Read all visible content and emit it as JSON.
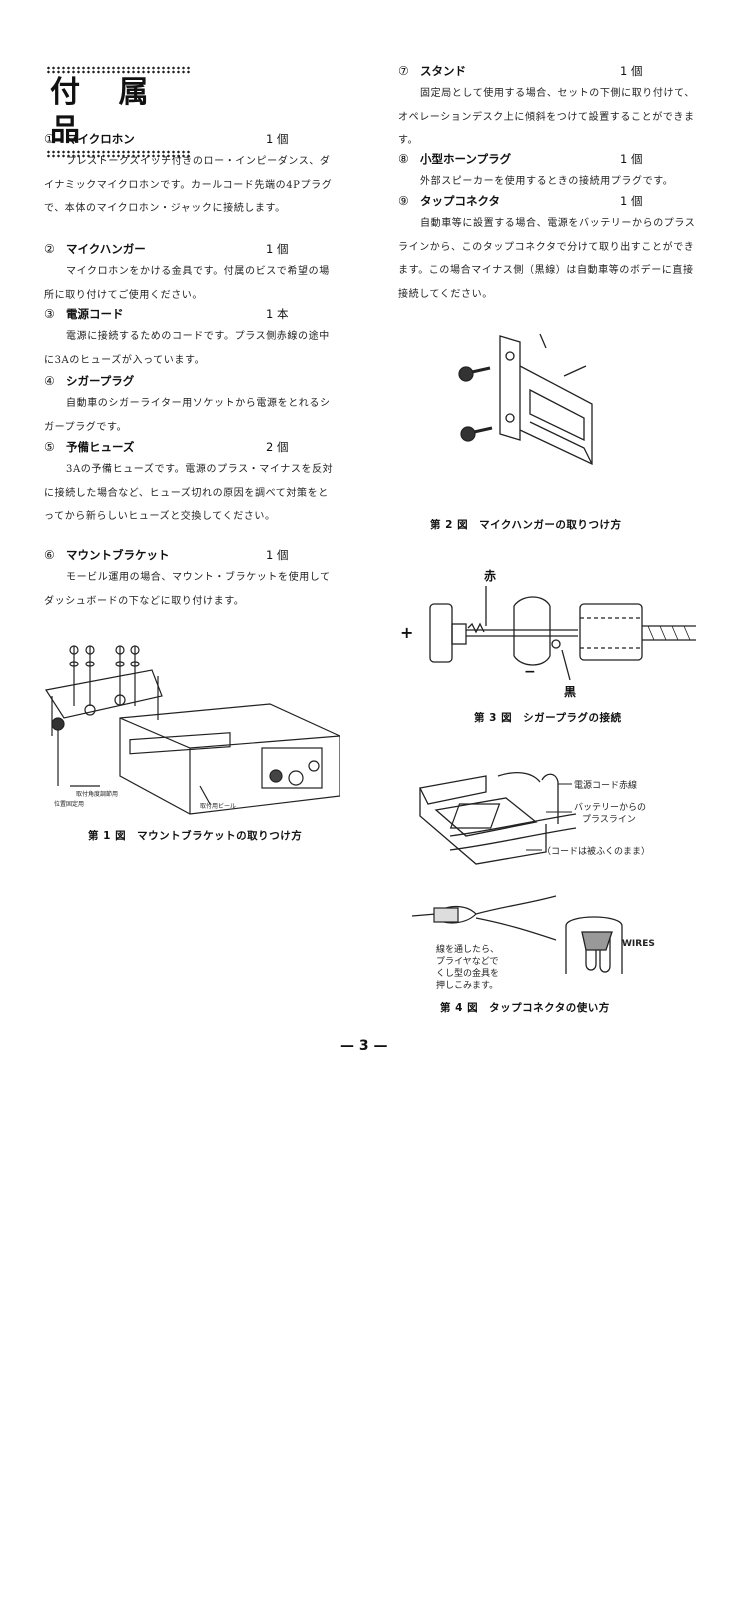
{
  "title": "付 属 品",
  "left_items": [
    {
      "num": "①",
      "name": "マイクロホン",
      "qty": "1 個",
      "text": "プレストークスイッチ付きのロー・インピーダンス、ダイナミックマイクロホンです。カールコード先端の4Pプラグで、本体のマイクロホン・ジャックに接続します。"
    },
    {
      "num": "②",
      "name": "マイクハンガー",
      "qty": "1 個",
      "text": "マイクロホンをかける金具です。付属のビスで希望の場所に取り付けてご使用ください。"
    },
    {
      "num": "③",
      "name": "電源コード",
      "qty": "1 本",
      "text": "電源に接続するためのコードです。プラス側赤線の途中に3Aのヒューズが入っています。"
    },
    {
      "num": "④",
      "name": "シガープラグ",
      "qty": "",
      "text": "自動車のシガーライター用ソケットから電源をとれるシガープラグです。"
    },
    {
      "num": "⑤",
      "name": "予備ヒューズ",
      "qty": "2 個",
      "text": "3Aの予備ヒューズです。電源のプラス・マイナスを反対に接続した場合など、ヒューズ切れの原因を調べて対策をとってから新らしいヒューズと交換してください。"
    },
    {
      "num": "⑥",
      "name": "マウントブラケット",
      "qty": "1 個",
      "text": "モービル運用の場合、マウント・ブラケットを使用してダッシュボードの下などに取り付けます。"
    }
  ],
  "right_items": [
    {
      "num": "⑦",
      "name": "スタンド",
      "qty": "1 個",
      "text": "固定局として使用する場合、セットの下側に取り付けて、オペレーションデスク上に傾斜をつけて設置することができます。"
    },
    {
      "num": "⑧",
      "name": "小型ホーンプラグ",
      "qty": "1 個",
      "text": "外部スピーカーを使用するときの接続用プラグです。"
    },
    {
      "num": "⑨",
      "name": "タップコネクタ",
      "qty": "1 個",
      "text": "自動車等に設置する場合、電源をバッテリーからのプラスラインから、このタップコネクタで分けて取り出すことができます。この場合マイナス側（黒線）は自動車等のボデーに直接接続してください。"
    }
  ],
  "figures": {
    "fig1_caption": "第 1 図　マウントブラケットの取りつけ方",
    "fig1_label_a": "取付角度調節用",
    "fig1_label_b": "位置固定用",
    "fig1_label_c": "取付用ビール",
    "fig2_caption": "第 2 図　マイクハンガーの取りつけ方",
    "fig3_caption": "第 3 図　シガープラグの接続",
    "fig3_red": "赤",
    "fig3_black": "黒",
    "fig3_plus": "+",
    "fig3_minus": "−",
    "fig4_caption": "第 4 図　タップコネクタの使い方",
    "fig4_label1": "電源コード赤線",
    "fig4_label2a": "バッテリーからの",
    "fig4_label2b": "プラスライン",
    "fig4_label3": "（コードは被ふくのまま）",
    "fig4_note": [
      "線を通したら、",
      "プライヤなどで",
      "くし型の金具を",
      "押しこみます。"
    ],
    "fig4_wires": "WIRES"
  },
  "page_number": "— 3 —"
}
